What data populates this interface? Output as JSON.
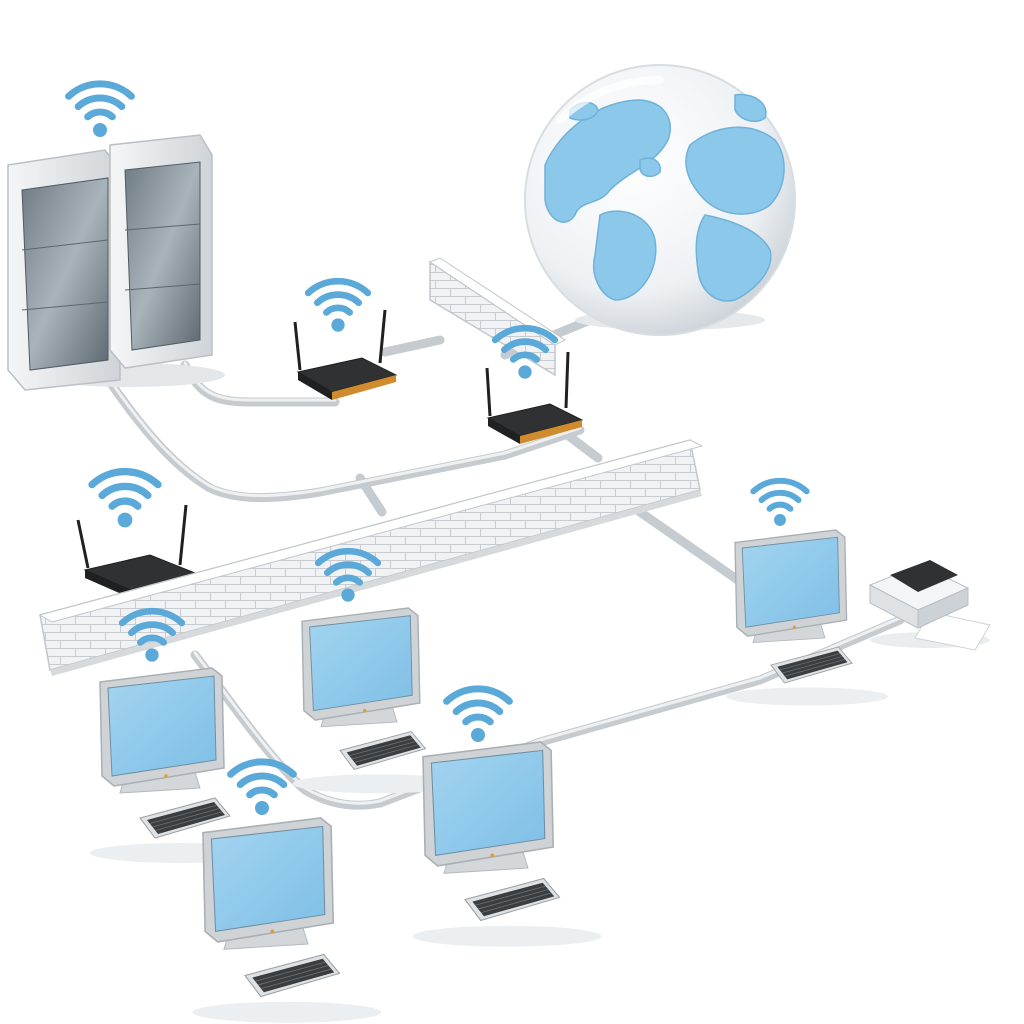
{
  "scene": {
    "background": "#ffffff",
    "colors": {
      "wifi": "#5aa9d9",
      "globe_ocean": "#f2f4f6",
      "land": "#8cc8ea",
      "screen": "#8ec7ea",
      "monitor_frame": "#cfd3d6",
      "cable": "#c9ced2",
      "router": "#2f3133",
      "router_trim": "#d18b2f",
      "brick": "#f3f4f6",
      "server": "#e4e7ea",
      "server_glass": "#8f9aa2"
    }
  },
  "nodes": [
    {
      "id": "server-rack",
      "kind": "server",
      "icon": "server-icon",
      "wifi": true
    },
    {
      "id": "globe",
      "kind": "internet",
      "icon": "globe-icon",
      "wifi": false
    },
    {
      "id": "router-1",
      "kind": "router",
      "icon": "router-icon",
      "wifi": true
    },
    {
      "id": "router-2",
      "kind": "router",
      "icon": "router-icon",
      "wifi": true
    },
    {
      "id": "router-3",
      "kind": "router",
      "icon": "router-icon",
      "wifi": true
    },
    {
      "id": "firewall-upper",
      "kind": "firewall",
      "icon": "brick-wall-icon",
      "wifi": false
    },
    {
      "id": "firewall-lower",
      "kind": "firewall",
      "icon": "brick-wall-icon",
      "wifi": false
    },
    {
      "id": "printer",
      "kind": "printer",
      "icon": "printer-icon",
      "wifi": false
    },
    {
      "id": "workstation-1",
      "kind": "computer",
      "icon": "computer-icon",
      "wifi": true
    },
    {
      "id": "workstation-2",
      "kind": "computer",
      "icon": "computer-icon",
      "wifi": true
    },
    {
      "id": "workstation-3",
      "kind": "computer",
      "icon": "computer-icon",
      "wifi": true
    },
    {
      "id": "workstation-4",
      "kind": "computer",
      "icon": "computer-icon",
      "wifi": true
    },
    {
      "id": "workstation-5",
      "kind": "computer",
      "icon": "computer-icon",
      "wifi": true
    }
  ],
  "links": [
    {
      "from": "server-rack",
      "to": "router-1"
    },
    {
      "from": "server-rack",
      "to": "firewall-lower"
    },
    {
      "from": "router-1",
      "to": "router-2"
    },
    {
      "from": "router-2",
      "to": "globe"
    },
    {
      "from": "router-2",
      "to": "workstation-5"
    },
    {
      "from": "router-3",
      "to": "workstation-1"
    },
    {
      "from": "workstation-1",
      "to": "workstation-4"
    },
    {
      "from": "workstation-4",
      "to": "workstation-5"
    },
    {
      "from": "workstation-5",
      "to": "printer"
    }
  ]
}
